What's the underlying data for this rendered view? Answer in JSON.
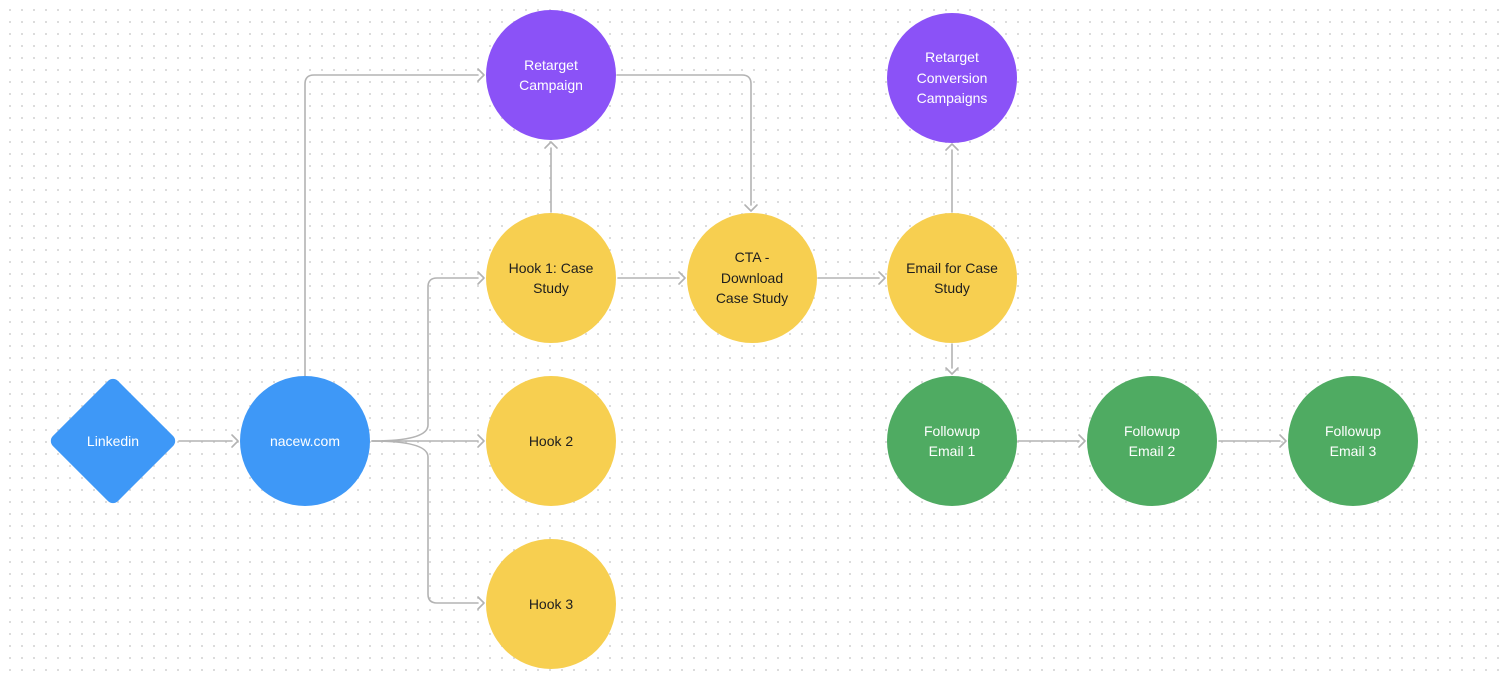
{
  "colors": {
    "purple": "#8b52f7",
    "blue": "#3e98f7",
    "yellow": "#f7cf50",
    "green": "#4fab62",
    "connector": "#b3b3b3"
  },
  "nodes": {
    "linkedin": {
      "label": "Linkedin",
      "shape": "diamond"
    },
    "nacew": {
      "label": "nacew.com",
      "shape": "circle"
    },
    "retarget_campaign": {
      "label": "Retarget\nCampaign",
      "shape": "circle"
    },
    "hook1": {
      "label": "Hook 1: Case\nStudy",
      "shape": "circle"
    },
    "hook2": {
      "label": "Hook 2",
      "shape": "circle"
    },
    "hook3": {
      "label": "Hook 3",
      "shape": "circle"
    },
    "cta_download": {
      "label": "CTA -\nDownload\nCase Study",
      "shape": "circle"
    },
    "retarget_conversion": {
      "label": "Retarget\nConversion\nCampaigns",
      "shape": "circle"
    },
    "email_case_study": {
      "label": "Email for Case\nStudy",
      "shape": "circle"
    },
    "followup1": {
      "label": "Followup\nEmail 1",
      "shape": "circle"
    },
    "followup2": {
      "label": "Followup\nEmail 2",
      "shape": "circle"
    },
    "followup3": {
      "label": "Followup\nEmail 3",
      "shape": "circle"
    }
  },
  "edges": [
    {
      "from": "linkedin",
      "to": "nacew"
    },
    {
      "from": "nacew",
      "to": "retarget_campaign"
    },
    {
      "from": "nacew",
      "to": "hook1"
    },
    {
      "from": "nacew",
      "to": "hook2"
    },
    {
      "from": "nacew",
      "to": "hook3"
    },
    {
      "from": "hook1",
      "to": "retarget_campaign"
    },
    {
      "from": "retarget_campaign",
      "to": "cta_download"
    },
    {
      "from": "hook1",
      "to": "cta_download"
    },
    {
      "from": "cta_download",
      "to": "email_case_study"
    },
    {
      "from": "email_case_study",
      "to": "retarget_conversion"
    },
    {
      "from": "email_case_study",
      "to": "followup1"
    },
    {
      "from": "followup1",
      "to": "followup2"
    },
    {
      "from": "followup2",
      "to": "followup3"
    }
  ]
}
